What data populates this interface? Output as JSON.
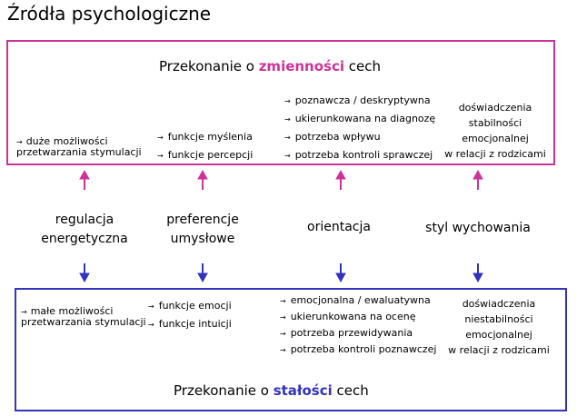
{
  "title": "Źródła psychologiczne",
  "top_box": {
    "heading_pre": "Przekonanie o ",
    "heading_em": "zmienności",
    "heading_post": " cech",
    "col1": [
      "duże możliwości",
      "przetwarzania stymulacji"
    ],
    "col2": [
      "funkcje myślenia",
      "funkcje percepcji"
    ],
    "col3": [
      "poznawcza / deskryptywna",
      "ukierunkowana na diagnozę",
      "potrzeba wpływu",
      "potrzeba kontroli sprawczej"
    ],
    "col4": [
      "doświadczenia",
      "stabilności",
      "emocjonalnej",
      "w relacji z rodzicami"
    ]
  },
  "middle": {
    "labels": [
      [
        "regulacja",
        "energetyczna"
      ],
      [
        "preferencje",
        "umysłowe"
      ],
      [
        "orientacja"
      ],
      [
        "styl wychowania"
      ]
    ]
  },
  "bottom_box": {
    "heading_pre": "Przekonanie o ",
    "heading_em": "stałości",
    "heading_post": " cech",
    "col1": [
      "małe możliwości",
      "przetwarzania stymulacji"
    ],
    "col2": [
      "funkcje emocji",
      "funkcje intuicji"
    ],
    "col3": [
      "emocjonalna / ewaluatywna",
      "ukierunkowana na ocenę",
      "potrzeba przewidywania",
      "potrzeba kontroli poznawczej"
    ],
    "col4": [
      "doświadczenia",
      "niestabilności",
      "emocjonalnej",
      "w relacji z rodzicami"
    ]
  },
  "colors": {
    "top_accent": "#cc3399",
    "bottom_accent": "#3333bb"
  },
  "icons": {
    "bullet": "→",
    "up_arrow": "up-arrow-icon",
    "down_arrow": "down-arrow-icon"
  }
}
